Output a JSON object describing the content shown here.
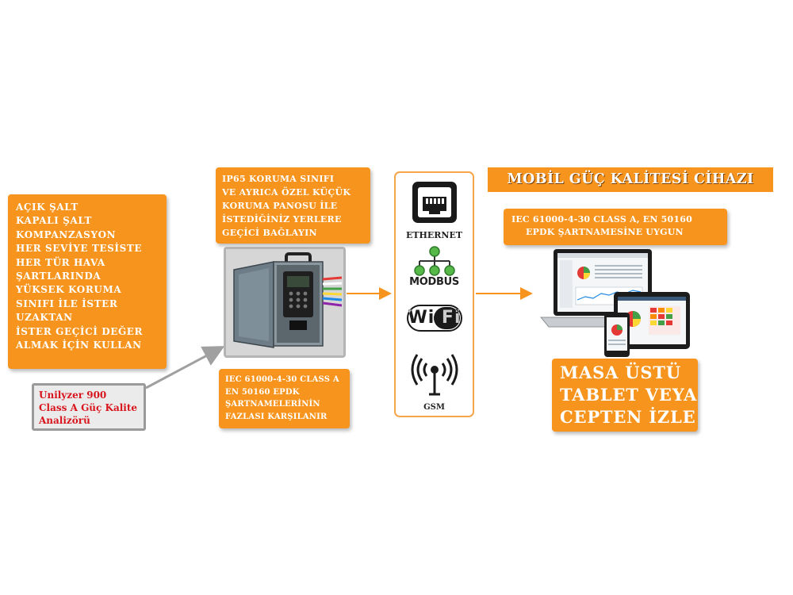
{
  "left_box": {
    "lines": [
      "AÇIK ŞALT",
      "KAPALI ŞALT",
      "KOMPANZASYON",
      "HER SEVİYE TESİSTE",
      "HER TÜR HAVA",
      "ŞARTLARINDA",
      "YÜKSEK KORUMA",
      "SINIFI İLE İSTER",
      "UZAKTAN",
      "İSTER GEÇİCİ DEĞER",
      "ALMAK İÇİN KULLAN"
    ]
  },
  "product_box": {
    "lines": [
      "Unilyzer 900",
      "Class A Güç Kalite",
      "Analizörü"
    ],
    "text_color": "#d8141c"
  },
  "ip65_box": {
    "lines": [
      "IP65 KORUMA SINIFI",
      "VE AYRICA ÖZEL KÜÇÜK",
      "KORUMA PANOSU İLE",
      "İSTEDİĞİNİZ YERLERE",
      "GEÇİCİ BAĞLAYIN"
    ]
  },
  "iec_mid_box": {
    "lines": [
      "IEC 61000-4-30 CLASS A",
      "EN 50160 EPDK",
      "ŞARTNAMELERİNİN",
      "FAZLASI KARŞILANIR"
    ]
  },
  "comm": {
    "ethernet": "ETHERNET",
    "modbus": "MODBUS",
    "wifi": "Wi Fi",
    "gsm": "GSM"
  },
  "right": {
    "title": "MOBİL GÜÇ KALİTESİ CİHAZI",
    "iec_lines": [
      "IEC 61000-4-30 CLASS A, EN 50160",
      "EPDK ŞARTNAMESİNE UYGUN"
    ],
    "view_lines": [
      "MASA ÜSTÜ",
      "TABLET VEYA",
      "CEPTEN İZLE"
    ]
  },
  "colors": {
    "accent": "#f7941d",
    "box_text": "#ffffff",
    "frame_gray": "#9a9a9a",
    "arrow": "#f7941d",
    "pointer_arrow": "#a0a0a0"
  },
  "icons": [
    "ethernet-port-icon",
    "modbus-network-icon",
    "wifi-logo-icon",
    "gsm-antenna-icon"
  ]
}
